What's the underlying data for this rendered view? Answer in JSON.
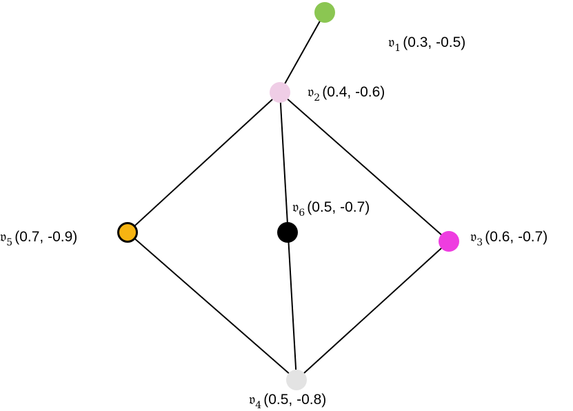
{
  "graph": {
    "node_glyph": "𝔳",
    "nodes": [
      {
        "id": "v1",
        "index": "1",
        "coords": "(0.3, -0.5)",
        "color": "#8bc652",
        "outline": false
      },
      {
        "id": "v2",
        "index": "2",
        "coords": "(0.4, -0.6)",
        "color": "#efcde6",
        "outline": false
      },
      {
        "id": "v3",
        "index": "3",
        "coords": "(0.6, -0.7)",
        "color": "#ee3de0",
        "outline": false
      },
      {
        "id": "v4",
        "index": "4",
        "coords": "(0.5, -0.8)",
        "color": "#e3e3e3",
        "outline": false
      },
      {
        "id": "v5",
        "index": "5",
        "coords": "(0.7, -0.9)",
        "color": "#f6b412",
        "outline": true
      },
      {
        "id": "v6",
        "index": "6",
        "coords": "(0.5, -0.7)",
        "color": "#000000",
        "outline": false
      }
    ],
    "edges": [
      [
        "v1",
        "v2"
      ],
      [
        "v2",
        "v3"
      ],
      [
        "v2",
        "v5"
      ],
      [
        "v2",
        "v4"
      ],
      [
        "v5",
        "v4"
      ],
      [
        "v3",
        "v4"
      ]
    ]
  }
}
